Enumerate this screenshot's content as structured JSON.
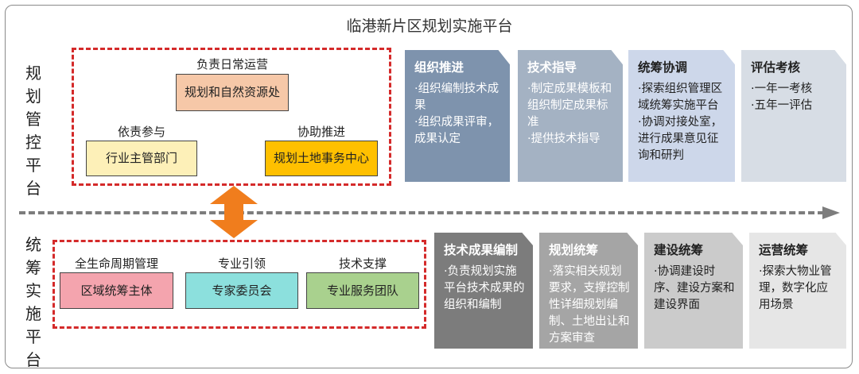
{
  "title": "临港新片区规划实施平台",
  "top": {
    "side_label": "规划管控平台",
    "lead_label": "负责日常运营",
    "lead_box": "规划和自然资源处",
    "left_label": "依责参与",
    "left_box": "行业主管部门",
    "right_label": "协助推进",
    "right_box": "规划土地事务中心",
    "cards": [
      {
        "title": "组织推进",
        "lines": [
          "·组织编制技术成果",
          "·组织成果评审，成果认定"
        ]
      },
      {
        "title": "技术指导",
        "lines": [
          "·制定成果模板和组织制定成果标准",
          "·提供技术指导"
        ]
      },
      {
        "title": "统筹协调",
        "lines": [
          "·探索组织管理区域统筹实施平台",
          "·协调对接处室，进行成果意见征询和研判"
        ]
      },
      {
        "title": "评估考核",
        "lines": [
          "·一年一考核",
          "·五年一评估"
        ]
      }
    ]
  },
  "bottom": {
    "side_label": "统筹实施平台",
    "groups": [
      {
        "label": "全生命周期管理",
        "box": "区域统筹主体"
      },
      {
        "label": "专业引领",
        "box": "专家委员会"
      },
      {
        "label": "技术支撑",
        "box": "专业服务团队"
      }
    ],
    "cards": [
      {
        "title": "技术成果编制",
        "lines": [
          "·负责规划实施平台技术成果的组织和编制"
        ]
      },
      {
        "title": "规划统筹",
        "lines": [
          "·落实相关规划要求，支撑控制性详细规划编制、土地出让和方案审查"
        ]
      },
      {
        "title": "建设统筹",
        "lines": [
          "·协调建设时序、建设方案和建设界面"
        ]
      },
      {
        "title": "运营统筹",
        "lines": [
          "·探索大物业管理，数字化应用场景"
        ]
      }
    ]
  },
  "colors": {
    "dash_red": "#d42a2a",
    "arrow_orange": "#f07d1d",
    "top_cards": [
      "#7e93ad",
      "#a4b2c3",
      "#cdd7ea",
      "#d7dde5"
    ],
    "bottom_cards": [
      "#7c7c7c",
      "#a5a5a5",
      "#cbcbcb",
      "#e6e6e6"
    ]
  }
}
